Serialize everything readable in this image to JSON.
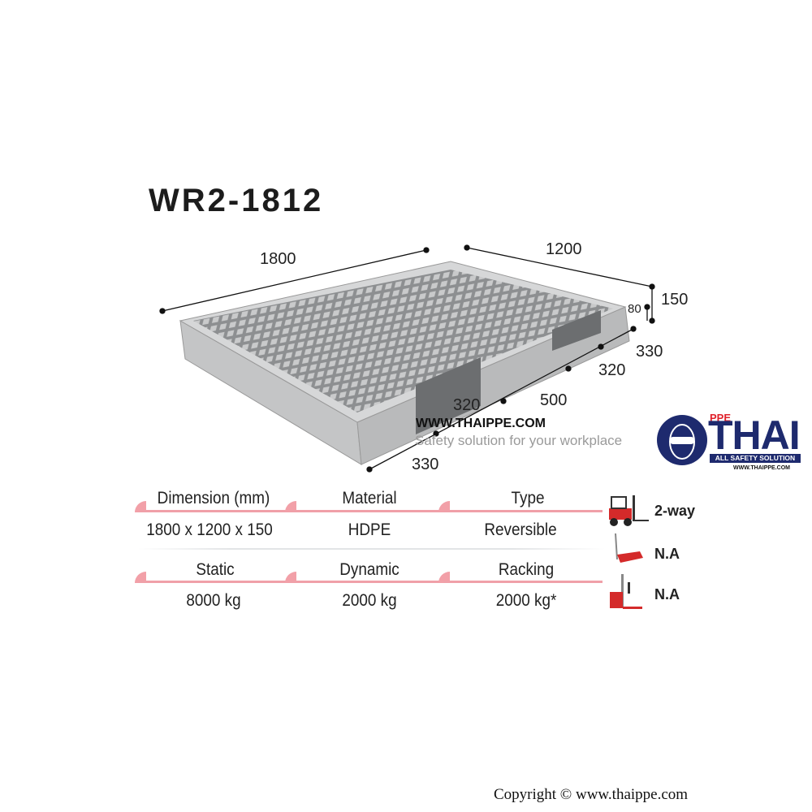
{
  "product": {
    "model": "WR2-1812"
  },
  "dimensions": {
    "length": "1800",
    "width": "1200",
    "height": "150",
    "deck": "80",
    "bottom_segments": [
      "330",
      "320",
      "500",
      "320",
      "330"
    ]
  },
  "watermark": {
    "site": "WWW.THAIPPE.COM",
    "tagline": "Safety solution for your workplace"
  },
  "logo": {
    "top": "PPE",
    "main": "THAI",
    "band": "ALL SAFETY SOLUTION",
    "url": "WWW.THAIPPE.COM",
    "colors": {
      "navy": "#1e2a6e",
      "red": "#e0202a"
    }
  },
  "specs": {
    "row1": [
      {
        "label": "Dimension (mm)",
        "value": "1800 x 1200 x 150"
      },
      {
        "label": "Material",
        "value": "HDPE"
      },
      {
        "label": "Type",
        "value": "Reversible"
      }
    ],
    "row2": [
      {
        "label": "Static",
        "value": "8000 kg"
      },
      {
        "label": "Dynamic",
        "value": "2000 kg"
      },
      {
        "label": "Racking",
        "value": "2000 kg*"
      }
    ]
  },
  "handling": [
    {
      "icon": "forklift-icon",
      "label": "2-way"
    },
    {
      "icon": "hand-pallet-truck-icon",
      "label": "N.A"
    },
    {
      "icon": "stacker-icon",
      "label": "N.A"
    }
  ],
  "accent_color": "#f0a0a8",
  "copyright": "Copyright © www.thaippe.com"
}
